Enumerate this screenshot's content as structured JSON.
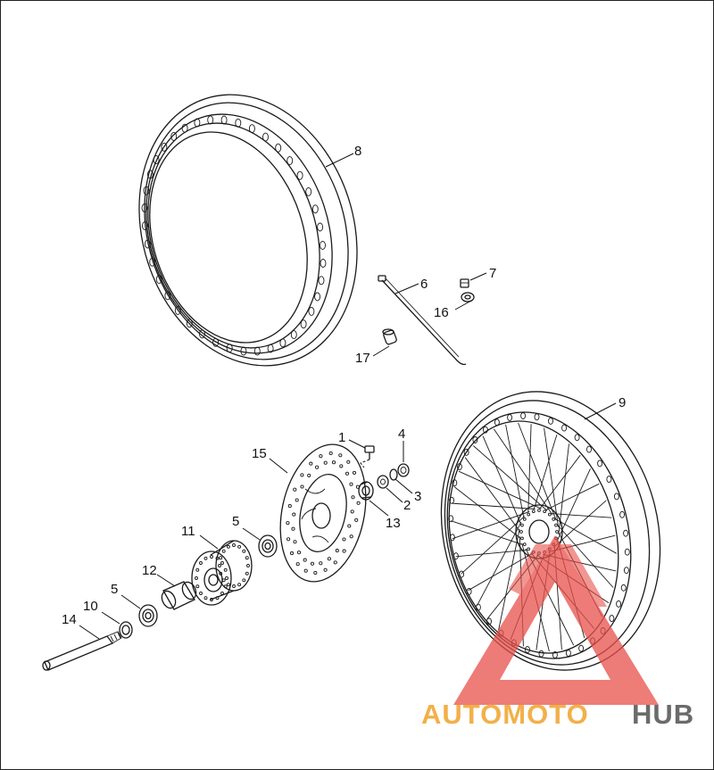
{
  "diagram": {
    "part_labels": {
      "p1": "1",
      "p2": "2",
      "p3": "3",
      "p4": "4",
      "p5a": "5",
      "p5b": "5",
      "p6": "6",
      "p7": "7",
      "p8": "8",
      "p9": "9",
      "p10": "10",
      "p11": "11",
      "p12": "12",
      "p13": "13",
      "p14": "14",
      "p15": "15",
      "p16": "16",
      "p17": "17"
    }
  },
  "watermark": {
    "part1": "AUTOMOTO",
    "part2": "HUB",
    "color_primary": "#f2b04a",
    "color_secondary": "#6b6b6b",
    "logo_color": "#e8504a"
  }
}
